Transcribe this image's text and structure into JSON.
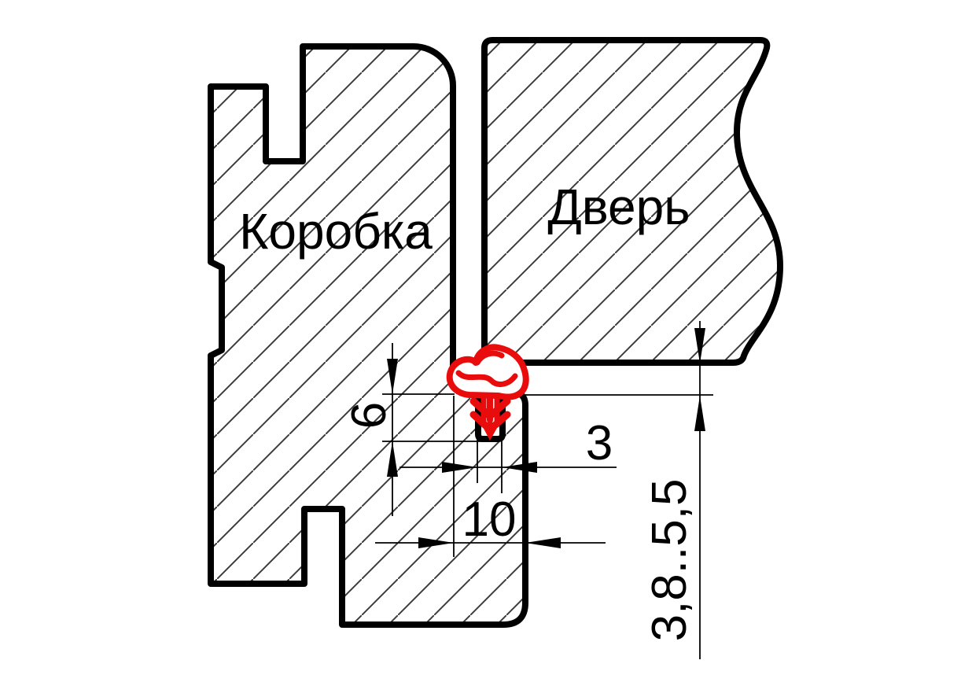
{
  "drawing": {
    "frame_label": "Коробка",
    "door_label": "Дверь",
    "dim_groove_depth": "6",
    "dim_groove_width": "3",
    "dim_rebate_width": "10",
    "dim_gap_range": "3,8..5,5"
  },
  "colors": {
    "outline": "#000000",
    "hatch": "#3d3d3d",
    "seal": "#e90c0c",
    "background": "#ffffff"
  }
}
